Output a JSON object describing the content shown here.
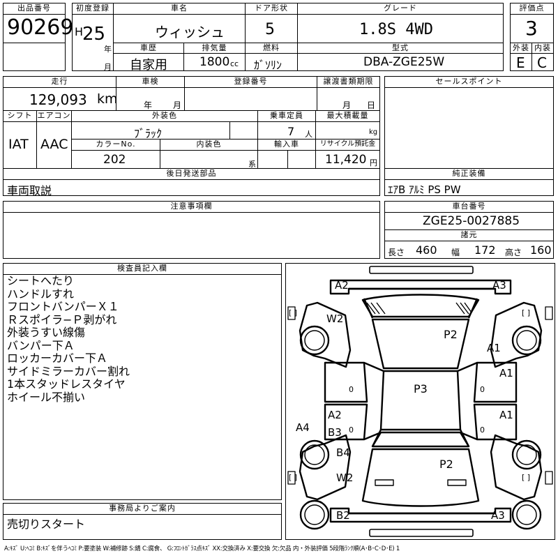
{
  "header": {
    "lot_no_label": "出品番号",
    "lot_no": "90269",
    "first_reg_label": "初度登録",
    "era": "H",
    "year": "25",
    "year_unit": "年",
    "month_unit": "月",
    "car_name_label": "車名",
    "car_name": "ウィッシュ",
    "door_label": "ドア形状",
    "doors": "5",
    "grade_label": "グレード",
    "grade": "1.8S 4WD",
    "score_label": "評価点",
    "score": "3",
    "history_label": "車歴",
    "history": "自家用",
    "displacement_label": "排気量",
    "displacement": "1800",
    "displacement_unit": "cc",
    "fuel_label": "燃料",
    "fuel": "ｶﾞｿﾘﾝ",
    "model_label": "型式",
    "model": "DBA-ZGE25W",
    "exterior_label": "外装",
    "exterior": "E",
    "interior_label": "内装",
    "interior": "C"
  },
  "spec": {
    "mileage_label": "走行",
    "mileage": "129,093",
    "mileage_unit": "km",
    "inspection_label": "車検",
    "insp_year_unit": "年",
    "insp_month_unit": "月",
    "reg_no_label": "登録番号",
    "transfer_label": "譲渡書類期限",
    "transfer_month_unit": "月",
    "transfer_day_unit": "日",
    "shift_label": "シフト",
    "shift": "IAT",
    "ac_label": "エアコン",
    "ac": "AAC",
    "color_label": "外装色",
    "color": "ﾌﾞﾗｯｸ",
    "capacity_label": "乗車定員",
    "capacity": "7",
    "capacity_unit": "人",
    "load_label": "最大積載量",
    "load_unit": "kg",
    "color_no_label": "カラーNo.",
    "color_no": "202",
    "int_color_label": "内装色",
    "int_color_unit": "系",
    "import_label": "輸入車",
    "recycle_label": "リサイクル預託金",
    "recycle": "11,420",
    "recycle_unit": "円",
    "later_parts_label": "後日発送部品",
    "later_parts": "車両取説"
  },
  "sales": {
    "sales_points_label": "セールスポイント",
    "genuine_label": "純正装備",
    "genuine": "ｴｱB ｱﾙﾐ PS PW",
    "chassis_label": "車台番号",
    "chassis": "ZGE25-0027885",
    "dims_label": "諸元",
    "length_label": "長さ",
    "length": "460",
    "width_label": "幅",
    "width": "172",
    "height_label": "高さ",
    "height": "160"
  },
  "notes": {
    "label": "注意事項欄"
  },
  "inspector": {
    "label": "検査員記入欄",
    "items": [
      "シートへたり",
      "ハンドルすれ",
      "フロントバンパーＸ１",
      "Ｒスポイラ−Ｐ剥がれ",
      "外装うすい線傷",
      "バンパー下Ａ",
      "ロッカーカバー下Ａ",
      "サイドミラーカバー割れ",
      "1本スタッドレスタイヤ",
      "ホイール不揃い"
    ]
  },
  "office": {
    "label": "事務局よりご案内",
    "text": "売切りスタート"
  },
  "diagram": {
    "marks": [
      "A2",
      "A3",
      "W2",
      "P2",
      "A1",
      "A1",
      "P3",
      "A2",
      "A1",
      "A4",
      "B3",
      "B4",
      "P2",
      "W2",
      "B2",
      "A3"
    ],
    "bracket": "[    ]",
    "zero": "0"
  },
  "legend": "A:ｷｽﾞ U:ﾍｺﾐ B:ｷｽﾞを伴うﾍｺﾐ P:要塗装 W:補修跡 S:錆 C:腐食、 G:ﾌﾛﾝﾄｶﾞﾗｽ点ｷｽﾞ XX:交換済み X:要交換 欠:欠品 内・外装評価 5段階ﾗﾝｸ順(A･B･C･D･E) 1"
}
